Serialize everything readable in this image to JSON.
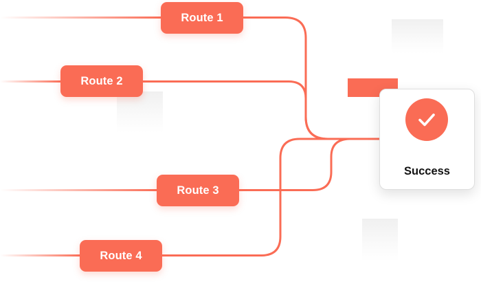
{
  "diagram": {
    "routes": [
      {
        "label": "Route 1"
      },
      {
        "label": "Route 2"
      },
      {
        "label": "Route 3"
      },
      {
        "label": "Route 4"
      }
    ],
    "target": {
      "label": "Success",
      "icon": "checkmark-icon"
    },
    "colors": {
      "accent": "#fa6c55",
      "card_border": "#dedede",
      "text_dark": "#111111"
    }
  }
}
